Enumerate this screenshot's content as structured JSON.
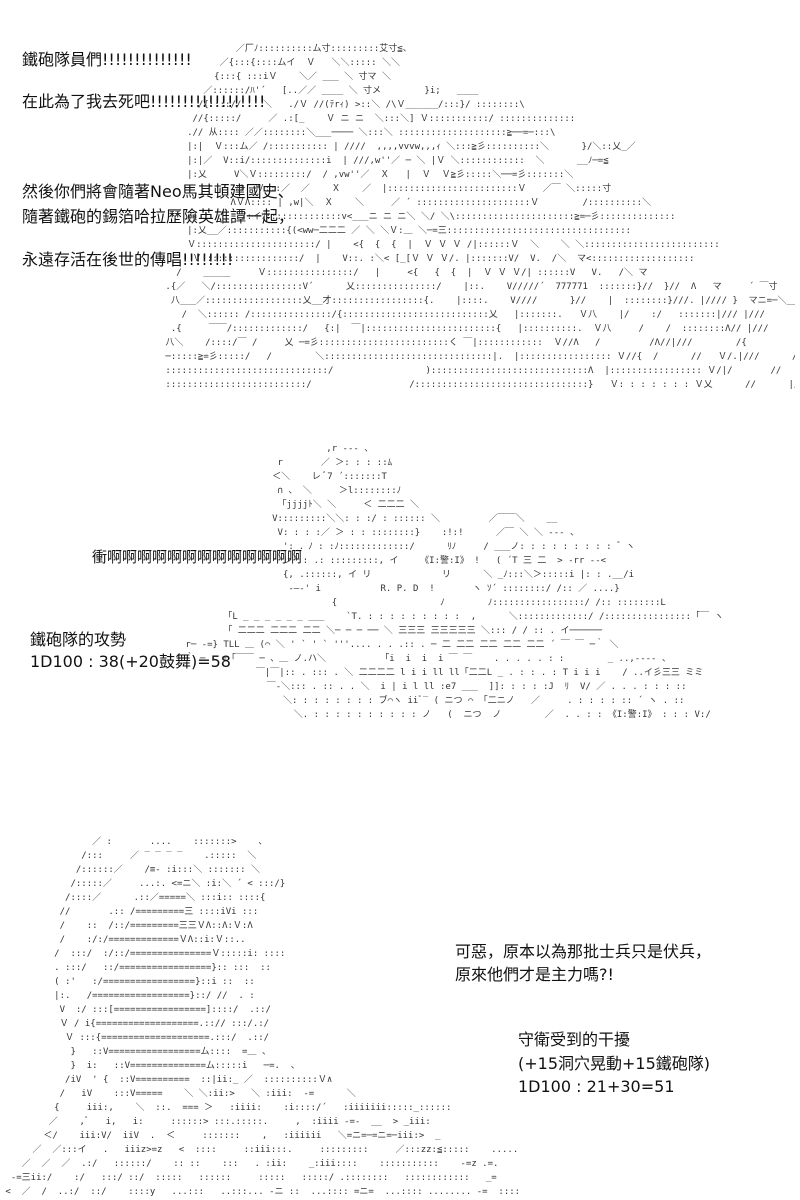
{
  "panel1": {
    "line1": "鐵砲隊員們!!!!!!!!!!!!!!",
    "line2": "在此為了我去死吧!!!!!!!!!!!!!!!!!!",
    "line3": "然後你們將會隨著Neo馬其頓建國史、",
    "line4": "隨著鐵砲的錫箔哈拉歷險英雄譚一起，",
    "line5": "永遠存活在後世的傳唱!!!!!!!!",
    "art": "              ／厂ﾉ::::::::::ム寸:::::::::艾寸≦、\n           ／{:::{::::ムイ  Ｖ   ＼＼::::: ＼＼\n          {:::{ :::iＶ    ＼／ ___ ＼ 寸マ ＼\n        ／::::::/ﾊ'´   [..／／ ____ ＼ 寸メ        }i;   ____\n       /{:::://    ＼   ./Ｖ //(ﾃrｨ) >::＼ /\\Ｖ______/:::}/ ::::::::\\\n      //{:::::/     ／ .:[_    Ｖ ニ ニ  ＼:::＼] Ｖ:::::::::::/ ::::::::::::::\n     .// 从:::: ／／::::::::＼___──── ＼:::＼ ::::::::::::::::::::≧──=─:::\\\n     |:|  Ｖ:::ム／ /::::::::::: | ////  ,,,,vvvw,,,ｨ ＼:::≧彡::::::::::＼      }/＼::乂_／\n     |:|／  V::i/::::::::::::::i  | ///,w''／ ─ ＼ |Ｖ ＼::::::::::::  ＼      __ﾉ─=≦\n     |:乂     V＼Ｖ:::::::::/  / ,vw''／  Ｘ   |  Ｖ  Ｖ≧彡:::::＼──=彡:::::::＼\n              ﾊﾄ  Ｖ:::／  ／    Ｘ    ／  |::::::::::::::::::::::::Ｖ   ／￣ ＼:::::寸\n             ΛＶΛ:::: | ,w|＼  Ｘ    ＼     ／ ´ :::::::::::::::::::::Ｖ        /::::::::::＼\n     /{        /:イｿ::::::::::::::v<___ニ ニ ニ＼ ＼/ ＼\\::::::::::::::::::::::≧=─彡::::::::::::::\n     |:乂__／:::::::::::{(<ww─二二二 ／ ＼ ＼Ｖ:＿ ＼─=三::::::::::::::::::::::::::::::::::\n     Ｖ::::::::::::::::::::::/ |    <{  {  {  |  Ｖ Ｖ Ｖ /|::::::Ｖ  ＼    ＼ ＼:::::::::::::::::::::::::\n      Ｖ::::::::::::::::::/  |    V::. :＼< [_[Ｖ Ｖ Ｖ/. |:::::::V/  V.  /＼  マ<:::::::::::::::::::\n   /    _____     Ｖ::::::::::::::::/   |     <{   {  {  |  Ｖ Ｖ Ｖ/| ::::::V   V.   /＼ マ\n .{／   ＼/::::::::::::::::V´      乂:::::::::::::::/    |::.    V/////´  777771  :::::::}//  }//  Λ   マ     ´ ￣寸\n  八___／::::::::::::::::::乂__才:::::::::::::::::{.    |::::.    V////      }//    |  ::::::::}///. |//// }  マニ=─＼___\n    /  ＼:::::: /:::::::::::::::/{:::::::::::::::::::::::::::乂   |:::::::.   Ｖ八    |/    :/   :::::::|/// |///        マ\n  .{     ￣￣/:::::::::::::/   {:|  ￣|::::::::::::::::::::::::{   |::::::::::.  Ｖ八     /    /  ::::::::Λ// |///\n 八＼    /::::/￣ /     乂 ─=彡::::::::::::::::::::::::く ￣|::::::::::::  Ｖ//Λ   /         /Λ//|///        /{\n ─:::::≧=彡:::::/   /        ＼:::::::::::::::::::::::::::::::|.  |::::::::::::::::: Ｖ//{  /      //   Ｖ/.|///      /Λ\n ::::::::::::::::::::::::::::::/                 ):::::::::::::::::::::::::::::Λ  |::::::::::::::::: Ｖ/|/       //     |/  |///      ///|\n ::::::::::::::::::::::::::/                  /::::::::::::::::::::::::::::::::}   Ｖ: : : : : : : Ｖ乂      //      |/////     ///{"
  },
  "panel2": {
    "shout": "衝啊啊啊啊啊啊啊啊啊啊啊啊啊",
    "roll_title": "鐵砲隊的攻勢",
    "roll_value": "1D100 : 38(+20鼓舞)=58",
    "art": "                           ,r ‐‐‐ 、\n                  r       ／ ＞: : : ::ﾑ\n                 ＜＼    レ ﾞ7 ´:::::::T\n                  ∩ 、 ＼     ＞l::::::::ﾉ\n                  「jjjjﾄ＼ ＼     ＜ 二二二 ＼\n                 V:::::::::＼＼: : :/ : :::::: ＼         ／￣￣＼    __ \n                  V: : : :／ ＞ : : ::::::::}    :!:!      ／￣ ＼ ＼ ‐‐‐ 、\n                   ': ．ﾉ : :ﾉ:::::::::::::/      ﾘﾉ     / ___ノ: : : : : : : : : ゛ヽ\n                   レ´:: .: :::::::::, イ    《I:警:I》 !   ( ´T 三 二  > ‐rr ‐‐<\n                   {, .::::::, イ リ             リ      ＼ _ﾉ:::＼＞:::::i |: : .__/i\n                    ‐―‐' i           R. P. D  !       ヽ ｿ´ ::::::::/ /:: ／ ....}\n                            {                   ﾉ        ﾉ:::::::::::::::::/ /:: ::::::::L\n        「L _ _ _ _ _ _ ___    `T. : : : : : : : : :  ,      ＼:::::::::::::/ /::::::::::::::::「￣ ヽ\n        「 二二二 二二二 二二 ＼─ ─ ─ ── ＼ 三三三 三三三三三 ＼::: / / :: . イ────── \n r─ ‐=} TLL ＿ (⌒ ＼ ' ` ' ` '''.... . . .:: . ─ 二 二二 二二 二二 二二 ´ ￣ ￣ ─｀ ＼  \n ｀ ─ ‐ =「￣￣ ─ 、＿ ノ.ハ＼          「i  i  i  i ￣ ￣    . . . . . : :        _ ..,---- 、\n              ￣|￣|:: . ::: . ＼ 二二二二 l i i ll ll「二二L _ . : : . : T i i i    / ..イ彡三三 ミミ\n                ￣‐＼::: . :: . . ＼  i | i l ll :e7 ___  ]]: : : : :J  ﾘ  V/ ／ . . . : : : ::\n                   ＼: : : : : : : : ブ⌒ヽ iiﾞ‾ ( ニつ ⌒ 「二ニノ   ／     . : : : : :: ´ ヽ . ::\n                     ＼. : : : : : : : : : : ノ   (  ニつ  ノ        ／  . . : : 《I:警:I》 : : : V:/"
  },
  "panel3": {
    "thought1": "可惡，原本以為那批士兵只是伏兵，",
    "thought2": "原來他們才是主力嗎?!",
    "roll_title": "守衛受到的干擾",
    "roll_detail": "(+15洞穴晃動+15鐵砲隊)",
    "roll_value": "1D100 : 21+30=51",
    "art": "                 ／ :       ....    :::::::>    、\n               /:::     ／ ‾ ‾ ‾ ‾    .:::::  ＼\n              /::::::／    /≡‐ :i:::＼ ::::::: ＼\n             /:::::／     ...:. <=ニ＼ :i:＼ ´ < :::/}\n            /::::／      .::／=====＼ :::i:: ::::{\n           //       .:: /=========三 ::::iVi :::\n           /    ::  /::/=========三三ＶΛ::Λ:Ｖ:Λ\n           /    :/:/=============ＶΛ::i:Ｖ::..\n          /  :::/  :/::/===============Ｖ:::::i: ::::\n          . :::/   ::/=================}:: :::  ::\n          ( :'   :/=================}::i ::  ::\n          |:.   /==================}::/ //  . :\n           V  :/ :::[=================]::::/  .::/\n           Ｖ / i{===================.::// :::/.:/\n            Ｖ :::{====================.:::/  .::/\n             }   ::V=================ム::::  =＿ 、\n             }  i:   ::V==============ム:::::i   ─=.  、\n            /iV  ' {  ::V==========  ::|ii:_ ／  ::::::::::Ｖ∧\n           /   iV    :::V=====    ＼ ＼:ii:>   ＼ :iii:  -=      ＼\n          {     iii:,    ＼  ::.  === ＞   :iiii:    :i::::/´   :iiiiiii:::::_::::::\n         ／    ,ﾞ   i,   i:     ::::::> :::.:::::.     ,  :iiii ‐=‐  __  > _iii:\n        ＜/    iii:V/  iiV  .  ＜     :::::::    ,   :iiiiii   ＼=ニ=─=ニ=─iii:>  _\n      ／  ／:::イ   .   iiiz>=z   <  ::::     ::iii:::.     :::::::::     ／:::zz:≦:::::    ........\n    ／  ／  ／  .:/   ::::::/    :: ::    :::   . :ii:    _:iii::::    :::::::::::    ‐=z .=.\n  ‐=三ii:/    :/   :::/ ::/  :::::   ::::::     :::::   :::::/ .::::::::   ::::::::::::   _=    :::::::: ::::::}ii:＼\n <  ／  /  ..:/  ::/    ::::y   ...:::   ..:::... ‐ニ ::  ...:::: =ニ=  ...:::: ........ ‐=  ::::::::::iii::::::ΛΛ::::iiii＼"
  }
}
